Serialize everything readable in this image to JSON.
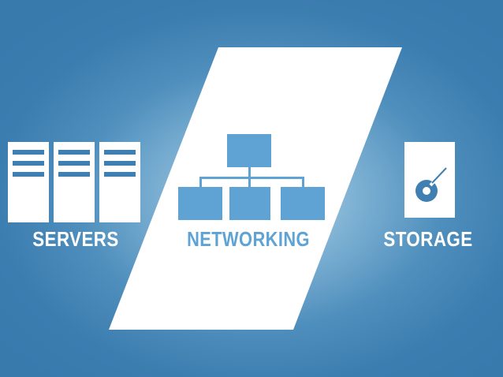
{
  "labels": {
    "servers": "SERVERS",
    "networking": "NETWORKING",
    "storage": "STORAGE"
  },
  "colors": {
    "background": "#397aad",
    "panel": "#ffffff",
    "icon_dark": "#3f7fb1",
    "icon_light": "#5ea3d4",
    "networking_text": "#5ea3d4"
  },
  "icons": {
    "servers": "server-rack-icon",
    "networking": "network-hierarchy-icon",
    "storage": "hard-drive-icon"
  }
}
